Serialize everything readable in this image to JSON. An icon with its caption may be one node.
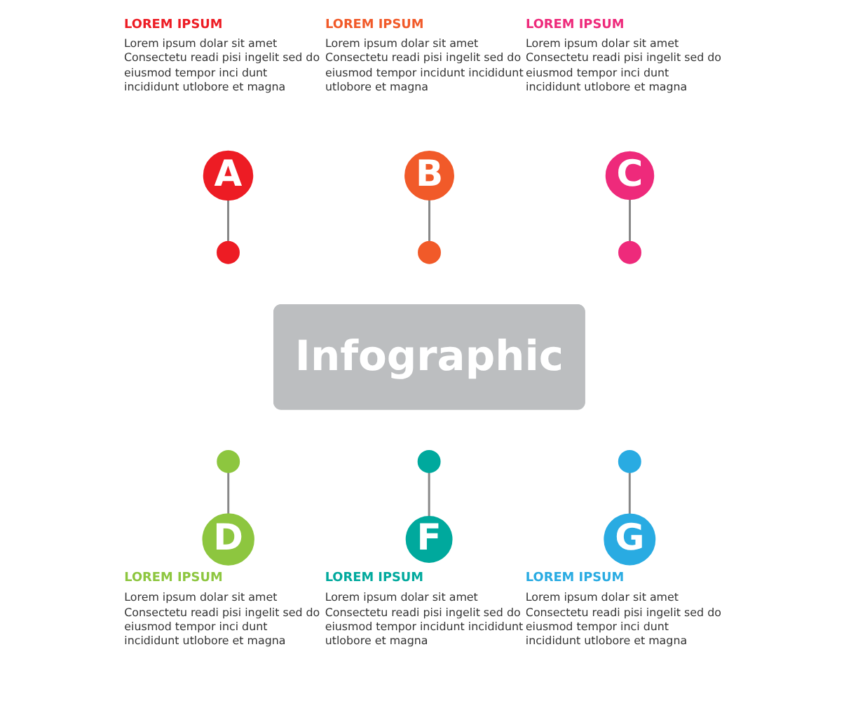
{
  "diagram": {
    "nodes": [
      {
        "text": [
          "A"
        ],
        "beside": [
          "LOREM IPSUM",
          "Lorem ipsum dolar sit amet Consectetu readi pisi ingelit sed do eiusmod tempor inci dunt incididunt utlobore et magna"
        ]
      },
      {
        "text": [
          "B"
        ],
        "beside": [
          "LOREM IPSUM",
          "Lorem ipsum dolar sit amet Consectetu readi pisi ingelit sed do eiusmod tempor incidunt incididunt utlobore et magna"
        ]
      },
      {
        "text": [
          "C"
        ],
        "beside": [
          "LOREM IPSUM",
          "Lorem ipsum dolar sit amet Consectetu readi pisi ingelit sed do eiusmod tempor inci dunt incididunt utlobore et magna"
        ]
      },
      {
        "text": [],
        "shape": "circle"
      },
      {
        "text": [],
        "shape": "circle"
      },
      {
        "text": [],
        "shape": "circle"
      },
      {
        "text": [
          "Infographic"
        ]
      },
      {
        "text": [],
        "shape": "circle"
      },
      {
        "text": [],
        "shape": "circle"
      },
      {
        "text": [],
        "shape": "circle"
      },
      {
        "text": [
          "D"
        ],
        "beside": [
          "LOREM IPSUM",
          "Lorem ipsum dolar sit amet Consectetu readi pisi ingelit sed do eiusmod tempor inci dunt incididunt utlobore et magna"
        ]
      },
      {
        "text": [
          "F"
        ],
        "beside": [
          "LOREM IPSUM",
          "Lorem ipsum dolar sit amet Consectetu readi pisi ingelit sed do eiusmod tempor incidunt incididunt utlobore et magna"
        ]
      },
      {
        "text": [
          "G"
        ],
        "beside": [
          "LOREM IPSUM",
          "Lorem ipsum dolar sit amet Consectetu readi pisi ingelit sed do eiusmod tempor inci dunt incididunt utlobore et magna"
        ]
      }
    ],
    "edges": [
      {
        "from": 0,
        "to": 3,
        "arrow": "none"
      },
      {
        "from": 1,
        "to": 4,
        "arrow": "none"
      },
      {
        "from": 2,
        "to": 5,
        "arrow": "none"
      },
      {
        "from": 7,
        "to": 10,
        "arrow": "none"
      },
      {
        "from": 8,
        "to": 11,
        "arrow": "none"
      },
      {
        "from": 9,
        "to": 12,
        "arrow": "none"
      }
    ]
  }
}
